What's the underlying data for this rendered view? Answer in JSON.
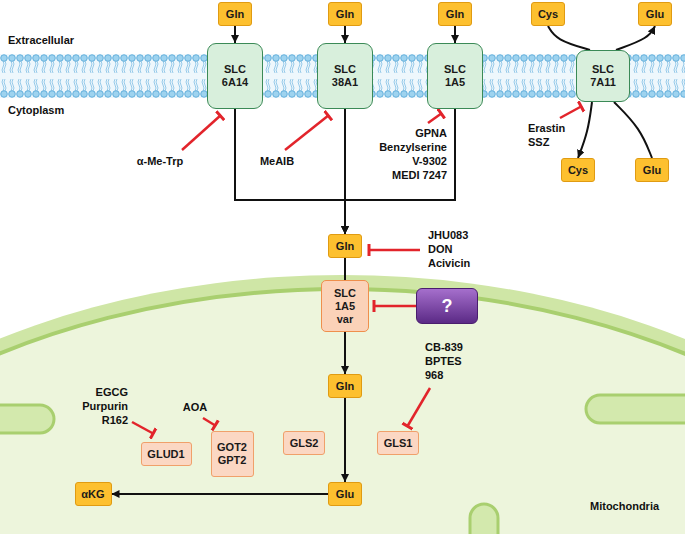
{
  "diagram": {
    "nodes": [
      {
        "text": [
          "Gln"
        ]
      },
      {
        "text": [
          "Gln"
        ]
      },
      {
        "text": [
          "Gln"
        ]
      },
      {
        "text": [
          "Cys"
        ]
      },
      {
        "text": [
          "Glu"
        ]
      },
      {
        "text": [
          "SLC 6A14"
        ]
      },
      {
        "text": [
          "SLC 38A1"
        ]
      },
      {
        "text": [
          "SLC 1A5"
        ]
      },
      {
        "text": [
          "SLC 7A11"
        ]
      },
      {
        "text": [
          "Cys"
        ]
      },
      {
        "text": [
          "Glu"
        ]
      },
      {
        "text": [
          "Gln"
        ]
      },
      {
        "text": [
          "SLC 1A5 var"
        ]
      },
      {
        "text": [
          "?"
        ]
      },
      {
        "text": [
          "Gln"
        ]
      },
      {
        "text": [
          "GLUD1"
        ]
      },
      {
        "text": [
          "GOT2 GPT2"
        ]
      },
      {
        "text": [
          "GLS2"
        ]
      },
      {
        "text": [
          "GLS1"
        ]
      },
      {
        "text": [
          "αKG"
        ]
      },
      {
        "text": [
          "Glu"
        ]
      }
    ],
    "edges": [
      {
        "from": 0,
        "to": 5,
        "arrow": "to"
      },
      {
        "from": 1,
        "to": 6,
        "arrow": "to"
      },
      {
        "from": 2,
        "to": 7,
        "arrow": "to"
      },
      {
        "from": 3,
        "to": 8,
        "arrow": "none"
      },
      {
        "from": 8,
        "to": 9,
        "arrow": "to"
      },
      {
        "from": 10,
        "to": 8,
        "arrow": "none"
      },
      {
        "from": 8,
        "to": 4,
        "arrow": "to"
      },
      {
        "from": 5,
        "to": 11,
        "arrow": "to"
      },
      {
        "from": 6,
        "to": 11,
        "arrow": "to"
      },
      {
        "from": 7,
        "to": 11,
        "arrow": "to"
      },
      {
        "from": 11,
        "to": 12,
        "arrow": "none"
      },
      {
        "from": 12,
        "to": 14,
        "arrow": "to"
      },
      {
        "from": 13,
        "to": 12,
        "arrow": "to"
      },
      {
        "from": 14,
        "to": 20,
        "arrow": "to"
      },
      {
        "from": 20,
        "to": 19,
        "arrow": "to"
      }
    ],
    "labels": [
      "Extracellular",
      "Cytoplasm",
      "α-Me-Trp",
      "MeAIB",
      "GPNA",
      "Benzylserine",
      "V-9302",
      "MEDI 7247",
      "Erastin",
      "SSZ",
      "JHU083",
      "DON",
      "Acivicin",
      "CB-839",
      "BPTES",
      "968",
      "EGCG",
      "Purpurin",
      "R162",
      "AOA",
      "Mitochondria"
    ]
  }
}
